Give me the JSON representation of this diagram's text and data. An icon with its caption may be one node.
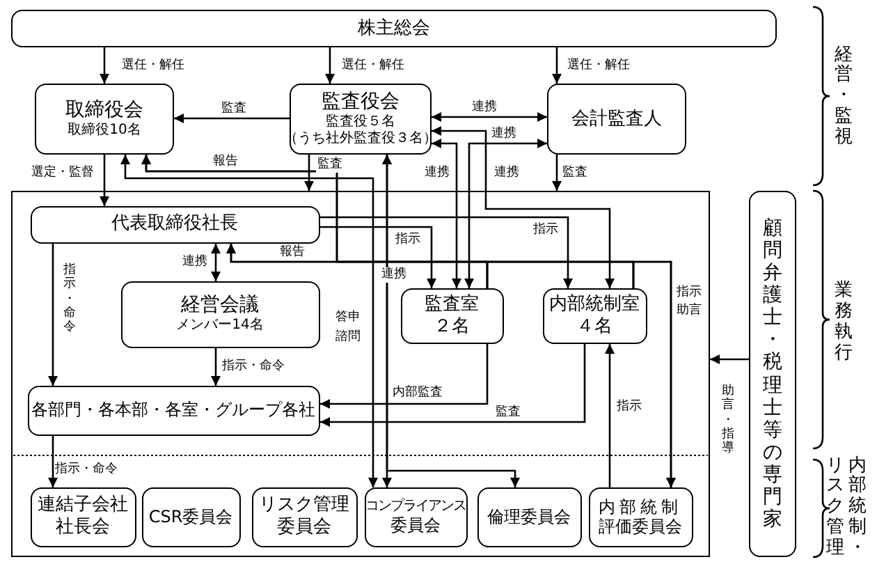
{
  "diagram": {
    "nodes": [
      {
        "text": [
          "株主総会"
        ]
      },
      {
        "text": [
          "取締役会",
          "取締役10名"
        ]
      },
      {
        "text": [
          "監査役会",
          "監査役５名",
          "（うち社外監査役３名）"
        ]
      },
      {
        "text": [
          "会計監査人"
        ]
      },
      {
        "text": [],
        "shape": "box"
      },
      {
        "text": [
          "代表取締役社長"
        ],
        "in": 4
      },
      {
        "text": [
          "経営会議",
          "メンバー14名"
        ],
        "in": 4
      },
      {
        "text": [
          "監査室",
          "２名"
        ],
        "in": 4
      },
      {
        "text": [
          "内部統制室",
          "４名"
        ],
        "in": 4
      },
      {
        "text": [
          "各部門・各本部・各室・グループ各社"
        ],
        "in": 4
      },
      {
        "text": [
          "連結子会社社長会"
        ],
        "in": 4
      },
      {
        "text": [
          "CSR委員会"
        ],
        "in": 4
      },
      {
        "text": [
          "リスク管理委員会"
        ],
        "in": 4
      },
      {
        "text": [
          "コンプライアンス委員会"
        ],
        "in": 4
      },
      {
        "text": [
          "倫理委員会"
        ],
        "in": 4
      },
      {
        "text": [
          "内部統制評価委員会"
        ],
        "in": 4
      },
      {
        "text": [
          "顧問弁護士・税理士等の専門家"
        ]
      }
    ],
    "edges": [
      {
        "from": 0,
        "to": 1,
        "arrow": "to",
        "label": "選任・解任"
      },
      {
        "from": 0,
        "to": 2,
        "arrow": "to",
        "label": "選任・解任"
      },
      {
        "from": 0,
        "to": 3,
        "arrow": "to",
        "label": "選任・解任"
      },
      {
        "from": 2,
        "to": 1,
        "arrow": "to",
        "label": "監査"
      },
      {
        "from": 2,
        "to": 3,
        "arrow": "both",
        "label": "連携"
      },
      {
        "from": 3,
        "to": 7,
        "arrow": "both",
        "label": "連携"
      },
      {
        "from": 2,
        "to": 7,
        "arrow": "both",
        "label": "連携"
      },
      {
        "from": 2,
        "to": 8,
        "arrow": "both",
        "label": "連携"
      },
      {
        "from": 2,
        "to": 4,
        "arrow": "to",
        "label": "監査"
      },
      {
        "from": 3,
        "to": 4,
        "arrow": "to",
        "label": "監査"
      },
      {
        "from": 1,
        "to": 5,
        "arrow": "to",
        "label": "選定・監督"
      },
      {
        "from": 5,
        "to": 6,
        "arrow": "both",
        "label": "連携"
      },
      {
        "from": 5,
        "to": 7,
        "arrow": "to",
        "label": "指示"
      },
      {
        "from": 5,
        "to": 8,
        "arrow": "to",
        "label": "指示"
      },
      {
        "from": 7,
        "to": 5,
        "arrow": "to",
        "label": "報告"
      },
      {
        "from": 8,
        "to": 5,
        "arrow": "to"
      },
      {
        "from": 7,
        "to": 1,
        "arrow": "to",
        "label": "報告"
      },
      {
        "from": 8,
        "to": 1,
        "arrow": "to"
      },
      {
        "from": 7,
        "to": 15,
        "arrow": "to",
        "label": "指示"
      },
      {
        "from": 8,
        "to": 15,
        "arrow": "to",
        "label": "助言"
      },
      {
        "from": 15,
        "to": 8,
        "arrow": "to",
        "label": "指示"
      },
      {
        "from": 8,
        "to": 9,
        "arrow": "to",
        "label": "監査"
      },
      {
        "from": 7,
        "to": 9,
        "arrow": "to",
        "label": "内部監査"
      },
      {
        "from": 5,
        "to": 9,
        "arrow": "to",
        "label": "指示・命令"
      },
      {
        "from": 6,
        "to": 9,
        "arrow": "to",
        "label": "指示・命令"
      },
      {
        "from": 9,
        "to": 10,
        "arrow": "to",
        "label": "指示・命令"
      },
      {
        "from": 1,
        "to": 13,
        "arrow": "both",
        "label": "諮問"
      },
      {
        "from": 2,
        "to": 13,
        "arrow": "both",
        "label": "答申"
      },
      {
        "from": 2,
        "to": 14,
        "arrow": "both"
      },
      {
        "from": 16,
        "to": 4,
        "arrow": "to",
        "label": "助言・指導"
      }
    ],
    "labels": [
      "経営・監視",
      "連携",
      "業務執行",
      "内部統制・",
      "リスク管理"
    ]
  }
}
